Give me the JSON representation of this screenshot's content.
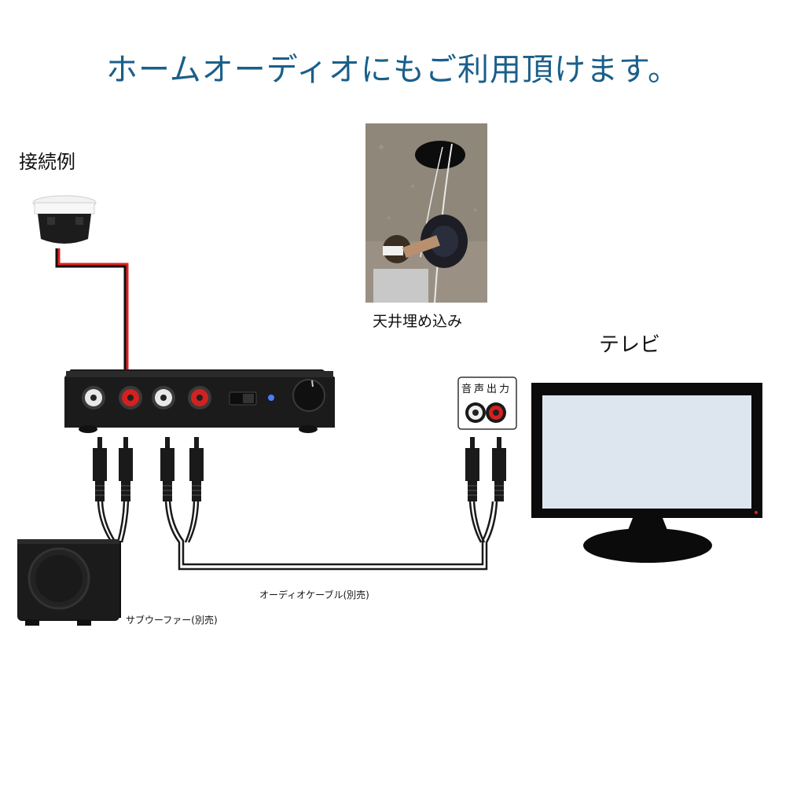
{
  "title": "ホームオーディオにもご利用頂けます。",
  "labels": {
    "connection_example": "接続例",
    "ceiling_install": "天井埋め込み",
    "tv": "テレビ",
    "audio_output": "音声出力",
    "audio_cable": "オーディオケーブル(別売)",
    "subwoofer": "サブウーファー(別売)"
  },
  "icons": [
    "ceiling-speaker-icon",
    "amplifier-icon",
    "rca-plug-icon",
    "subwoofer-icon",
    "tv-icon"
  ],
  "colors": {
    "title": "#1a5f8a",
    "red_wire": "#e02020",
    "rca_red": "#d42020",
    "tv_screen": "#dde6ef"
  }
}
